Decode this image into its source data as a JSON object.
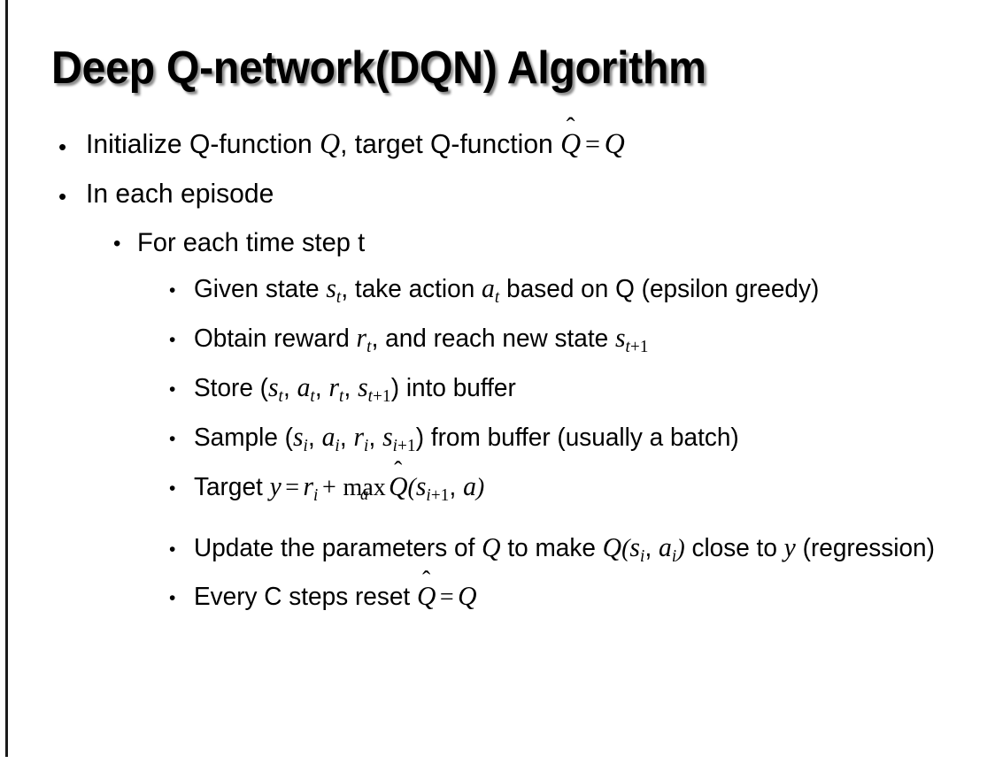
{
  "slide": {
    "title": "Deep Q-network(DQN) Algorithm",
    "background_color": "#ffffff",
    "text_color": "#000000",
    "accent_rule_color": "#1a1a1a",
    "bullet_glyph": "•"
  },
  "content": {
    "b1": {
      "pre": "Initialize Q-function ",
      "var_q1": "Q",
      "mid": ", target Q-function ",
      "hat_q": "Q",
      "hat_accent": "̂",
      "equals": "=",
      "var_q2": "Q"
    },
    "b2": {
      "text": "In each episode"
    },
    "b3": {
      "text": "For each time step t"
    },
    "b4": {
      "pre": "Given state ",
      "var_s": "s",
      "sub_s": "t",
      "mid": ", take action ",
      "var_a": "a",
      "sub_a": "t",
      "post": " based on Q (epsilon greedy)"
    },
    "b5": {
      "pre": "Obtain reward ",
      "var_r": "r",
      "sub_r": "t",
      "mid": ", and reach new state ",
      "var_s": "s",
      "sub_s_it": "t",
      "sub_s_plus": "+1"
    },
    "b6": {
      "pre": "Store (",
      "var_s": "s",
      "sub_s": "t",
      "sep1": ", ",
      "var_a": "a",
      "sub_a": "t",
      "sep2": ", ",
      "var_r": "r",
      "sub_r": "t",
      "sep3": ", ",
      "var_s2": "s",
      "sub_s2_it": "t",
      "sub_s2_plus": "+1",
      "close": ")",
      "post": " into buffer"
    },
    "b7": {
      "pre": "Sample (",
      "var_s": "s",
      "sub_s": "i",
      "sep1": ", ",
      "var_a": "a",
      "sub_a": "i",
      "sep2": ", ",
      "var_r": "r",
      "sub_r": "i",
      "sep3": ", ",
      "var_s2": "s",
      "sub_s2_it": "i",
      "sub_s2_plus": "+1",
      "close": ")",
      "post": " from buffer (usually a batch)"
    },
    "b8": {
      "pre": "Target ",
      "var_y": "y",
      "equals": "=",
      "var_r": "r",
      "sub_r": "i",
      "plus": "+",
      "max_op": "max",
      "max_under": "a",
      "hat_q": "Q",
      "hat_accent": "̂",
      "open": "(",
      "var_s": "s",
      "sub_s_it": "i",
      "sub_s_plus": "+1",
      "comma": ", ",
      "var_a": "a",
      "close": ")"
    },
    "b9": {
      "pre": "Update the parameters of ",
      "var_q1": "Q",
      "mid": " to make ",
      "var_q2": "Q",
      "open": "(",
      "var_s": "s",
      "sub_s": "i",
      "comma": ", ",
      "var_a": "a",
      "sub_a": "i",
      "close": ")",
      "post": " close to ",
      "var_y": "y",
      "tail": " (regression)"
    },
    "b10": {
      "pre": "Every C steps reset ",
      "hat_q": "Q",
      "hat_accent": "̂",
      "equals": "=",
      "var_q": "Q"
    }
  }
}
